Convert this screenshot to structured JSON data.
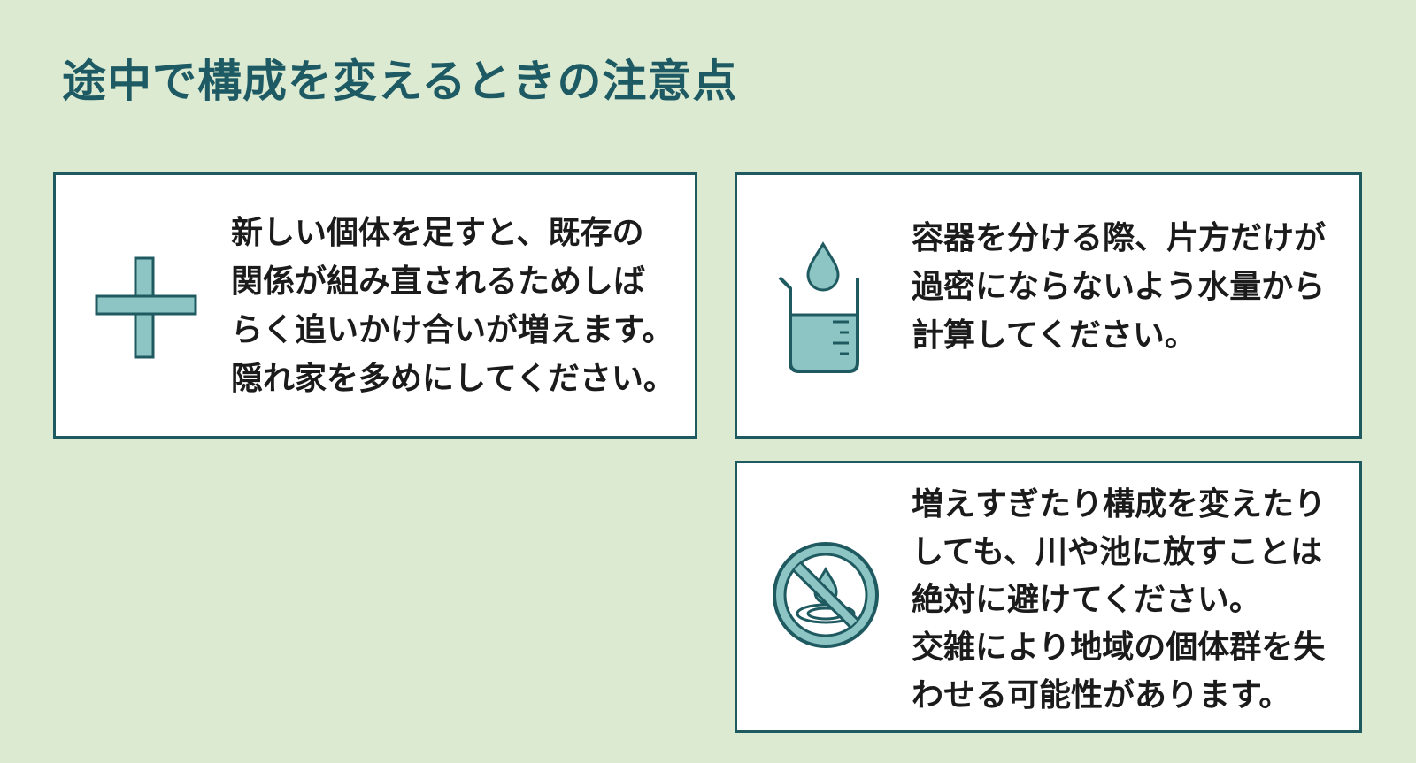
{
  "title": "途中で構成を変えるときの注意点",
  "colors": {
    "background": "#dcead2",
    "title": "#1e5a63",
    "card_border": "#1f5a61",
    "icon_fill": "#8cc5c4",
    "icon_stroke": "#1f5a61"
  },
  "cards": [
    {
      "icon": "plus-icon",
      "text": "新しい個体を足すと、既存の\n関係が組み直されるためしば\nらく追いかけ合いが増えます。\n隠れ家を多めにしてください。"
    },
    {
      "icon": "beaker-water-drop-icon",
      "text": "容器を分ける際、片方だけが\n過密にならないよう水量から\n計算してください。"
    },
    {
      "icon": "no-release-water-icon",
      "text": "増えすぎたり構成を変えたり\nしても、川や池に放すことは\n絶対に避けてください。\n交雑により地域の個体群を失\nわせる可能性があります。"
    }
  ]
}
